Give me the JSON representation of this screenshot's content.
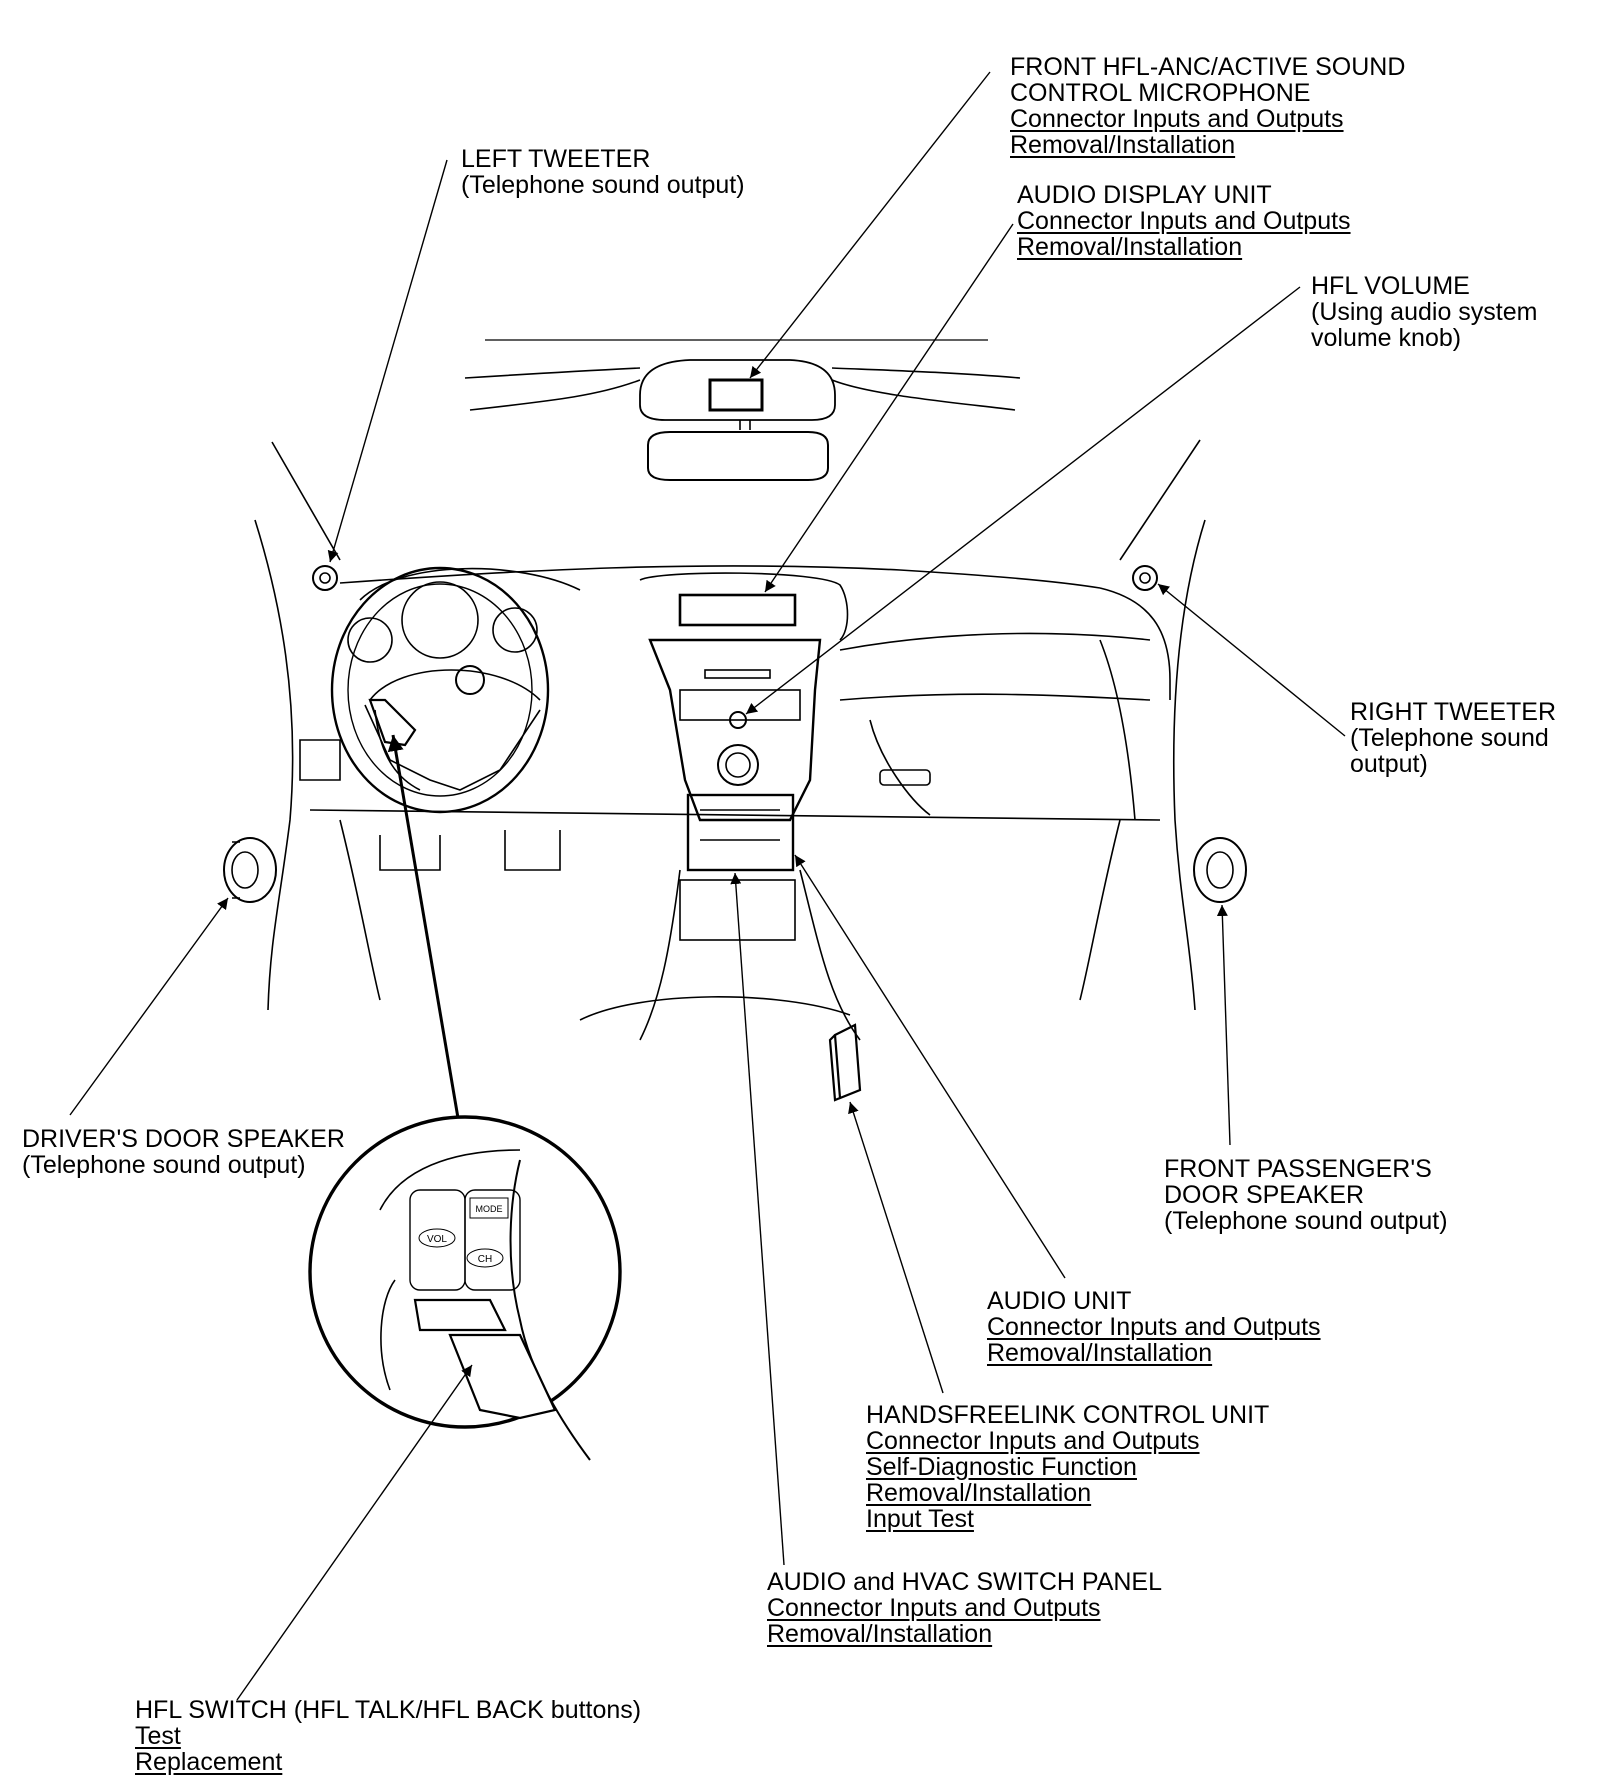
{
  "labels": {
    "mic": {
      "title_lines": [
        "FRONT HFL-ANC/ACTIVE SOUND",
        "CONTROL MICROPHONE"
      ],
      "links": [
        "Connector Inputs and Outputs",
        "Removal/Installation"
      ]
    },
    "left_tweeter": {
      "title": "LEFT TWEETER",
      "sub": "(Telephone sound output)"
    },
    "audio_display": {
      "title": "AUDIO DISPLAY UNIT",
      "links": [
        "Connector Inputs and Outputs",
        "Removal/Installation"
      ]
    },
    "hfl_volume": {
      "title": "HFL VOLUME",
      "sub_lines": [
        "(Using audio system",
        "volume knob)"
      ]
    },
    "right_tweeter": {
      "title": "RIGHT TWEETER",
      "sub_lines": [
        "(Telephone sound",
        "output)"
      ]
    },
    "driver_door": {
      "title": "DRIVER'S DOOR SPEAKER",
      "sub": "(Telephone sound output)"
    },
    "passenger_door": {
      "title_lines": [
        "FRONT PASSENGER'S",
        "DOOR SPEAKER"
      ],
      "sub": "(Telephone sound output)"
    },
    "audio_unit": {
      "title": "AUDIO UNIT",
      "links": [
        "Connector Inputs and Outputs",
        "Removal/Installation"
      ]
    },
    "hfl_control": {
      "title": "HANDSFREELINK CONTROL UNIT",
      "links": [
        "Connector Inputs and Outputs",
        "Self-Diagnostic Function",
        "Removal/Installation",
        "Input Test"
      ]
    },
    "switch_panel": {
      "title": "AUDIO and HVAC SWITCH PANEL",
      "links": [
        "Connector Inputs and Outputs",
        "Removal/Installation"
      ]
    },
    "hfl_switch": {
      "title": "HFL SWITCH (HFL TALK/HFL BACK buttons)",
      "links": [
        "Test",
        "Replacement"
      ]
    }
  },
  "inset": {
    "mode": "MODE",
    "vol": "VOL",
    "ch": "CH"
  }
}
